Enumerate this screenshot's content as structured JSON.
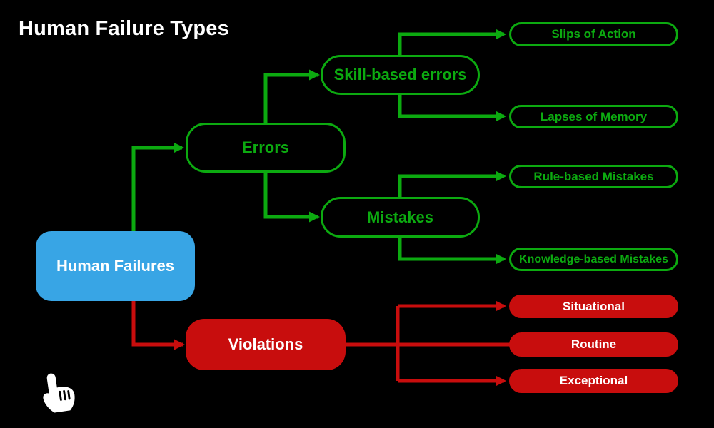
{
  "title": "Human Failure Types",
  "colors": {
    "background": "#000000",
    "root_blue": "#38a5e5",
    "green": "#0caa10",
    "red": "#c80d0d",
    "text_light": "#ffffff"
  },
  "nodes": {
    "human_failures": {
      "label": "Human Failures",
      "style": "blue-filled"
    },
    "errors": {
      "label": "Errors",
      "style": "green-outline"
    },
    "skill_based_errors": {
      "label": "Skill-based errors",
      "style": "green-outline"
    },
    "slips_of_action": {
      "label": "Slips of Action",
      "style": "green-outline"
    },
    "lapses_of_memory": {
      "label": "Lapses of Memory",
      "style": "green-outline"
    },
    "mistakes": {
      "label": "Mistakes",
      "style": "green-outline"
    },
    "rule_based_mistakes": {
      "label": "Rule-based Mistakes",
      "style": "green-outline"
    },
    "knowledge_based_mistakes": {
      "label": "Knowledge-based Mistakes",
      "style": "green-outline"
    },
    "violations": {
      "label": "Violations",
      "style": "red-filled"
    },
    "situational": {
      "label": "Situational",
      "style": "red-filled"
    },
    "routine": {
      "label": "Routine",
      "style": "red-filled"
    },
    "exceptional": {
      "label": "Exceptional",
      "style": "red-filled"
    }
  },
  "edges": [
    {
      "from": "human_failures",
      "to": "errors",
      "color": "green"
    },
    {
      "from": "errors",
      "to": "skill_based_errors",
      "color": "green"
    },
    {
      "from": "skill_based_errors",
      "to": "slips_of_action",
      "color": "green"
    },
    {
      "from": "skill_based_errors",
      "to": "lapses_of_memory",
      "color": "green"
    },
    {
      "from": "errors",
      "to": "mistakes",
      "color": "green"
    },
    {
      "from": "mistakes",
      "to": "rule_based_mistakes",
      "color": "green"
    },
    {
      "from": "mistakes",
      "to": "knowledge_based_mistakes",
      "color": "green"
    },
    {
      "from": "human_failures",
      "to": "violations",
      "color": "red"
    },
    {
      "from": "violations",
      "to": "situational",
      "color": "red"
    },
    {
      "from": "violations",
      "to": "routine",
      "color": "red"
    },
    {
      "from": "violations",
      "to": "exceptional",
      "color": "red"
    }
  ],
  "cursor": {
    "icon": "hand-pointer-icon"
  }
}
